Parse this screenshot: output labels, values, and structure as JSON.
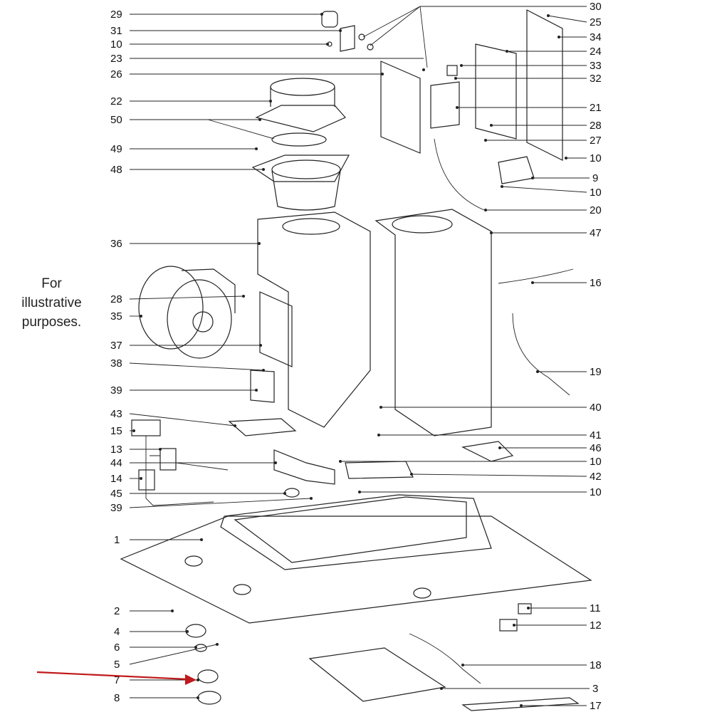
{
  "note": {
    "lines": [
      "For",
      "illustrative",
      "purposes."
    ]
  },
  "callouts": {
    "left": [
      "29",
      "31",
      "10",
      "23",
      "26",
      "22",
      "50",
      "49",
      "48",
      "36",
      "28",
      "35",
      "37",
      "38",
      "39",
      "43",
      "15",
      "13",
      "44",
      "14",
      "45",
      "39",
      "1",
      "2",
      "4",
      "6",
      "5",
      "7",
      "8"
    ],
    "right": [
      "30",
      "25",
      "34",
      "24",
      "33",
      "32",
      "21",
      "28",
      "27",
      "10",
      "9",
      "10",
      "20",
      "47",
      "16",
      "19",
      "40",
      "41",
      "46",
      "10",
      "42",
      "10",
      "11",
      "12",
      "18",
      "3",
      "17"
    ]
  },
  "highlight": {
    "part": "7",
    "arrow_color": "#c0191b"
  }
}
